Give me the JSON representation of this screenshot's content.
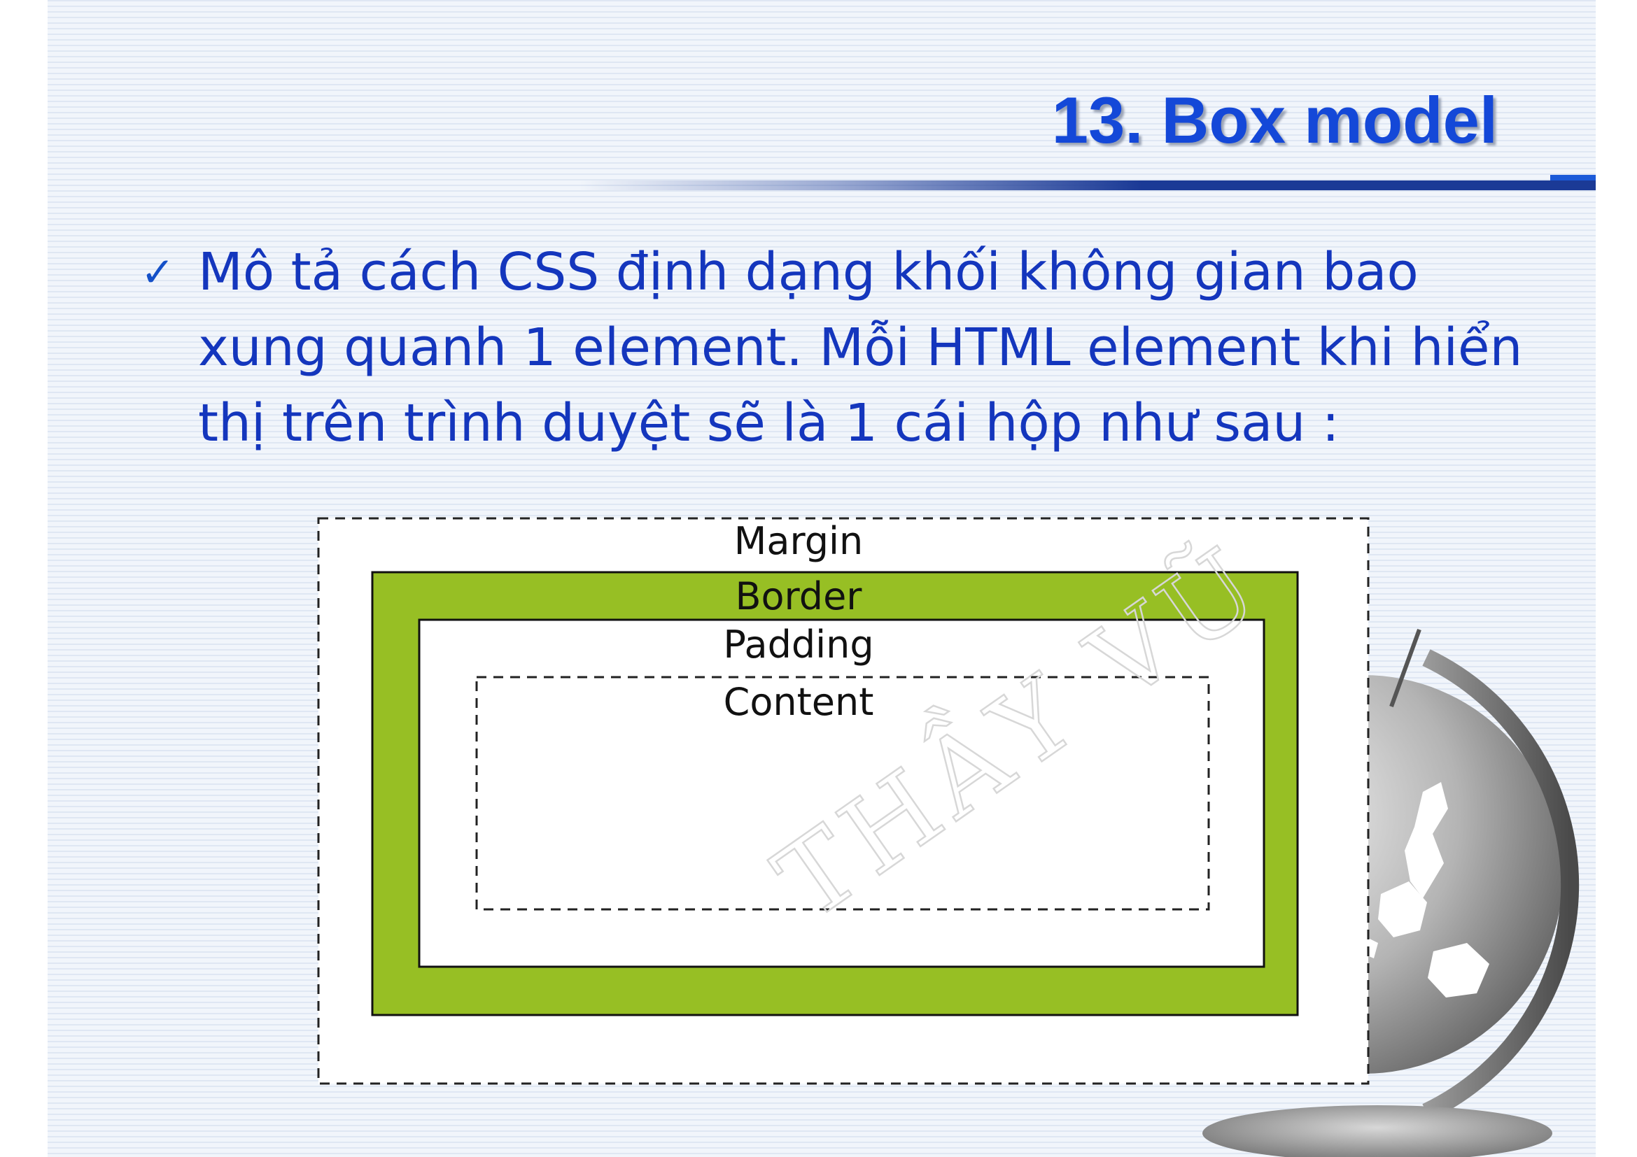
{
  "slide": {
    "title": "13. Box model",
    "bullet_icon": "checkmark-icon",
    "bullet_text": "Mô tả cách CSS định dạng khối không gian bao xung quanh 1 element. Mỗi HTML element khi hiển thị trên trình duyệt sẽ là 1 cái hộp như sau :"
  },
  "diagram": {
    "margin_label": "Margin",
    "border_label": "Border",
    "padding_label": "Padding",
    "content_label": "Content",
    "border_color": "#97bf24"
  },
  "watermark": {
    "text": "THẦY VŨ"
  },
  "colors": {
    "title": "#1448d8",
    "body_text": "#1436bd",
    "accent_rule": "#1b3a96"
  }
}
